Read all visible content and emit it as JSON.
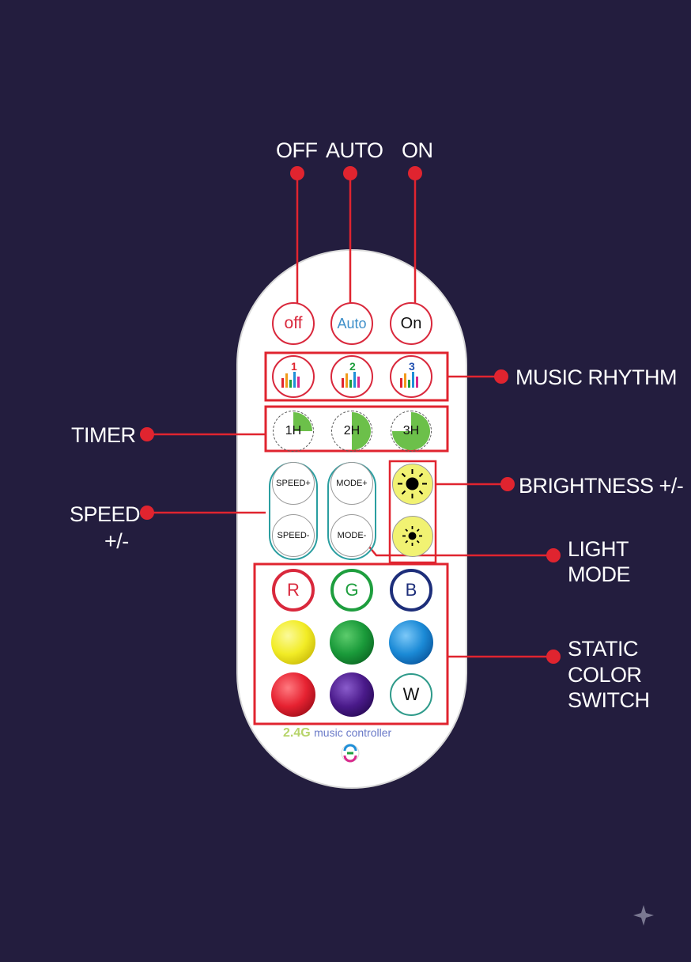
{
  "callouts": {
    "off": "OFF",
    "auto": "AUTO",
    "on": "ON",
    "music_rhythm": "MUSIC RHYTHM",
    "timer": "TIMER",
    "brightness": "BRIGHTNESS +/-",
    "speed_line1": "SPEED",
    "speed_line2": "+/-",
    "light_mode_line1": "LIGHT",
    "light_mode_line2": "MODE",
    "static_line1": "STATIC",
    "static_line2": "COLOR",
    "static_line3": "SWITCH"
  },
  "remote": {
    "power_buttons": {
      "off": "off",
      "auto": "Auto",
      "on": "On"
    },
    "music_buttons": [
      "1",
      "2",
      "3"
    ],
    "timer_buttons": [
      "1H",
      "2H",
      "3H"
    ],
    "speed_plus": "SPEED+",
    "speed_minus": "SPEED-",
    "mode_plus": "MODE+",
    "mode_minus": "MODE-",
    "rgb_buttons": {
      "r": "R",
      "g": "G",
      "b": "B"
    },
    "white_button": "W",
    "brand_prefix": "2.4G",
    "brand_suffix": "music controller"
  },
  "colors": {
    "background": "#231d3e",
    "accent": "#e0242f",
    "yellow": "#f4ee2c",
    "green": "#1e9e3e",
    "blue": "#1f8fd8",
    "red": "#e8232f",
    "purple": "#4c1c8c"
  }
}
